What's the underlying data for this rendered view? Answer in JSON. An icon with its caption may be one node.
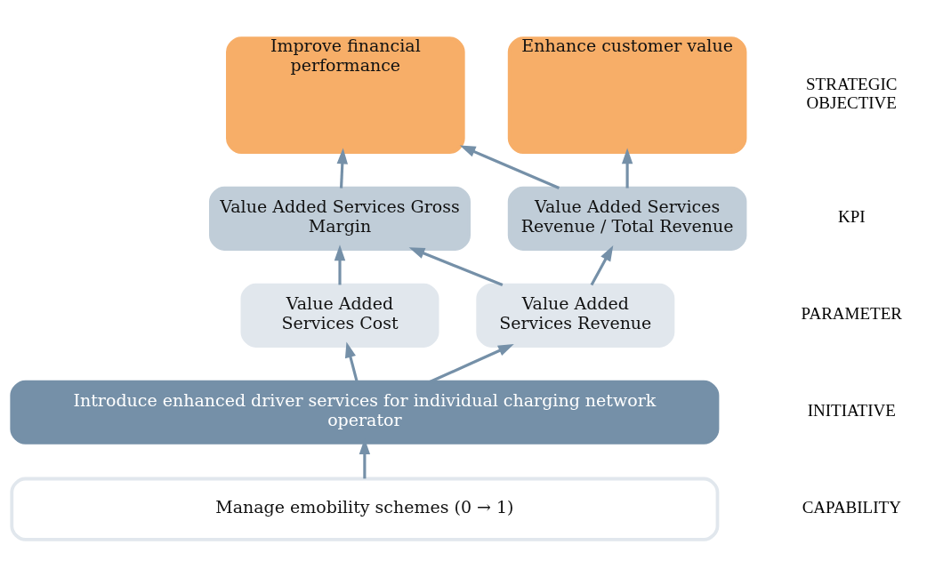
{
  "diagram": {
    "nodes": [
      {
        "text": [
          "Improve financial performance"
        ]
      },
      {
        "text": [
          "Enhance customer value"
        ]
      },
      {
        "text": [
          "Value Added Services Gross Margin"
        ]
      },
      {
        "text": [
          "Value Added Services Revenue / Total Revenue"
        ]
      },
      {
        "text": [
          "Value Added Services Cost"
        ]
      },
      {
        "text": [
          "Value Added Services Revenue"
        ]
      },
      {
        "text": [
          "Introduce enhanced driver services for individual charging network operator"
        ]
      },
      {
        "text": [
          "Manage emobility schemes (0 → 1)"
        ]
      }
    ],
    "edges": [
      {
        "from": 2,
        "to": 0,
        "arrow": "to"
      },
      {
        "from": 3,
        "to": 0,
        "arrow": "to"
      },
      {
        "from": 3,
        "to": 1,
        "arrow": "to"
      },
      {
        "from": 4,
        "to": 2,
        "arrow": "to"
      },
      {
        "from": 5,
        "to": 2,
        "arrow": "to"
      },
      {
        "from": 5,
        "to": 3,
        "arrow": "to"
      },
      {
        "from": 6,
        "to": 4,
        "arrow": "to"
      },
      {
        "from": 6,
        "to": 5,
        "arrow": "to"
      },
      {
        "from": 7,
        "to": 6,
        "arrow": "to"
      }
    ],
    "labels": [
      "STRATEGIC OBJECTIVE",
      "KPI",
      "PARAMETER",
      "INITIATIVE",
      "CAPABILITY"
    ]
  }
}
